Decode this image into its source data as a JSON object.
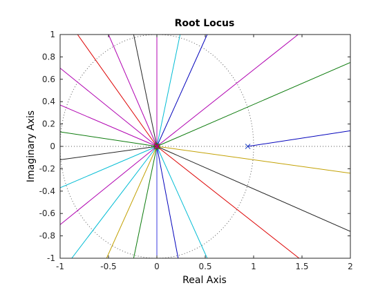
{
  "chart_data": {
    "type": "line",
    "title": "Root Locus",
    "xlabel": "Real Axis",
    "ylabel": "Imaginary Axis",
    "xlim": [
      -1,
      2
    ],
    "ylim": [
      -1,
      1
    ],
    "xticks": [
      -1,
      -0.5,
      0,
      0.5,
      1,
      1.5,
      2
    ],
    "yticks": [
      -1,
      -0.8,
      -0.6,
      -0.4,
      -0.2,
      0,
      0.2,
      0.4,
      0.6,
      0.8,
      1
    ],
    "xtick_labels": [
      "-1",
      "-0.5",
      "0",
      "0.5",
      "1",
      "1.5",
      "2"
    ],
    "ytick_labels": [
      "-1",
      "-0.8",
      "-0.6",
      "-0.4",
      "-0.2",
      "0",
      "0.2",
      "0.4",
      "0.6",
      "0.8",
      "1"
    ],
    "grid": "unit circle and real axis shown dotted",
    "unit_circle_color": "#555555",
    "poles": [
      {
        "x": 0.94,
        "y": 0.0,
        "color": "#1f3fbf"
      }
    ],
    "origin_pole_color": "#b0008c",
    "zeros": [
      {
        "x": 0.0,
        "y": 0.0,
        "color": "#1a8a1a"
      }
    ],
    "series": [
      {
        "color": "#0000bb",
        "points": [
          [
            0.94,
            0.0
          ],
          [
            2.0,
            0.14
          ]
        ]
      },
      {
        "color": "#0a7a0a",
        "points": [
          [
            0.0,
            0.0
          ],
          [
            2.0,
            0.75
          ]
        ]
      },
      {
        "color": "#c2a000",
        "points": [
          [
            0.0,
            0.0
          ],
          [
            2.0,
            -0.24
          ]
        ]
      },
      {
        "color": "#222222",
        "points": [
          [
            0.0,
            0.0
          ],
          [
            2.0,
            -0.76
          ]
        ]
      },
      {
        "color": "#dd0000",
        "points": [
          [
            0.0,
            0.0
          ],
          [
            1.47,
            -1.0
          ]
        ]
      },
      {
        "color": "#00bcd4",
        "points": [
          [
            0.0,
            0.0
          ],
          [
            0.52,
            -1.0
          ]
        ]
      },
      {
        "color": "#0000bb",
        "points": [
          [
            0.0,
            0.0
          ],
          [
            0.22,
            -1.0
          ]
        ]
      },
      {
        "color": "#3a3adf",
        "points": [
          [
            0.0,
            0.0
          ],
          [
            0.0,
            -1.0
          ]
        ]
      },
      {
        "color": "#0a7a0a",
        "points": [
          [
            0.0,
            0.0
          ],
          [
            -0.24,
            -1.0
          ]
        ]
      },
      {
        "color": "#c2a000",
        "points": [
          [
            0.0,
            0.0
          ],
          [
            -0.52,
            -1.0
          ]
        ]
      },
      {
        "color": "#00bcd4",
        "points": [
          [
            0.0,
            0.0
          ],
          [
            -0.88,
            -1.0
          ]
        ]
      },
      {
        "color": "#b000b0",
        "points": [
          [
            0.0,
            0.0
          ],
          [
            -1.0,
            -0.7
          ]
        ]
      },
      {
        "color": "#00bcd4",
        "points": [
          [
            0.0,
            0.0
          ],
          [
            -1.0,
            -0.37
          ]
        ]
      },
      {
        "color": "#222222",
        "points": [
          [
            0.0,
            0.0
          ],
          [
            -1.0,
            -0.12
          ]
        ]
      },
      {
        "color": "#0a7a0a",
        "points": [
          [
            0.0,
            0.0
          ],
          [
            -1.0,
            0.13
          ]
        ]
      },
      {
        "color": "#b000b0",
        "points": [
          [
            0.0,
            0.0
          ],
          [
            -1.0,
            0.37
          ]
        ]
      },
      {
        "color": "#b000b0",
        "points": [
          [
            0.0,
            0.0
          ],
          [
            -1.0,
            0.7
          ]
        ]
      },
      {
        "color": "#dd0000",
        "points": [
          [
            0.0,
            0.0
          ],
          [
            -0.82,
            1.0
          ]
        ]
      },
      {
        "color": "#b000b0",
        "points": [
          [
            0.0,
            0.0
          ],
          [
            -0.5,
            1.0
          ]
        ]
      },
      {
        "color": "#222222",
        "points": [
          [
            0.0,
            0.0
          ],
          [
            -0.24,
            1.0
          ]
        ]
      },
      {
        "color": "#b000b0",
        "points": [
          [
            0.0,
            0.0
          ],
          [
            0.0,
            1.0
          ]
        ]
      },
      {
        "color": "#00bcd4",
        "points": [
          [
            0.0,
            0.0
          ],
          [
            0.24,
            1.0
          ]
        ]
      },
      {
        "color": "#0000bb",
        "points": [
          [
            0.0,
            0.0
          ],
          [
            0.52,
            1.0
          ]
        ]
      },
      {
        "color": "#b000b0",
        "points": [
          [
            0.0,
            0.0
          ],
          [
            1.46,
            1.0
          ]
        ]
      }
    ]
  }
}
